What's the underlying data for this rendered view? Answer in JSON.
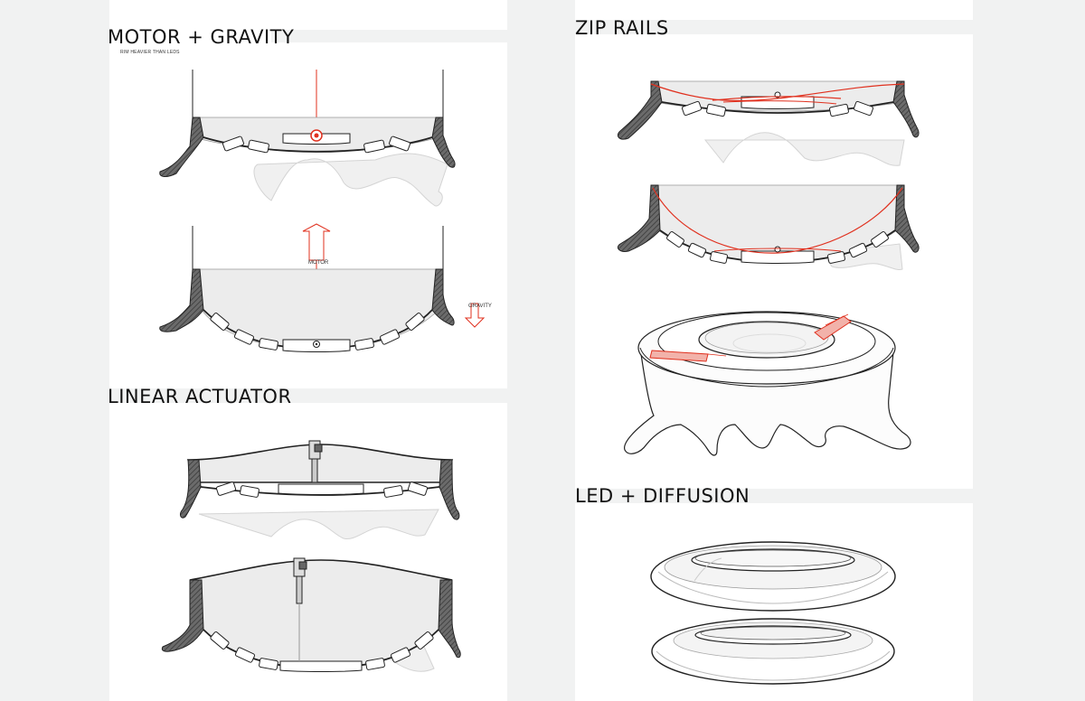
{
  "sections": {
    "motor_gravity": {
      "title": "MOTOR + GRAVITY",
      "subtitle": "RIM HEAVIER THAN LEDS",
      "labels": {
        "motor": "MOTOR",
        "gravity": "GRAVITY"
      }
    },
    "linear_actuator": {
      "title": "LINEAR ACTUATOR"
    },
    "zip_rails": {
      "title": "ZIP RAILS"
    },
    "led_diffusion": {
      "title": "LED + DIFFUSION"
    }
  },
  "colors": {
    "background": "#f1f2f2",
    "panel": "#ffffff",
    "accent_red": "#e0301e",
    "outline": "#222222",
    "fill_grey": "#ececec",
    "ghost_fill": "#f0f0f0"
  }
}
